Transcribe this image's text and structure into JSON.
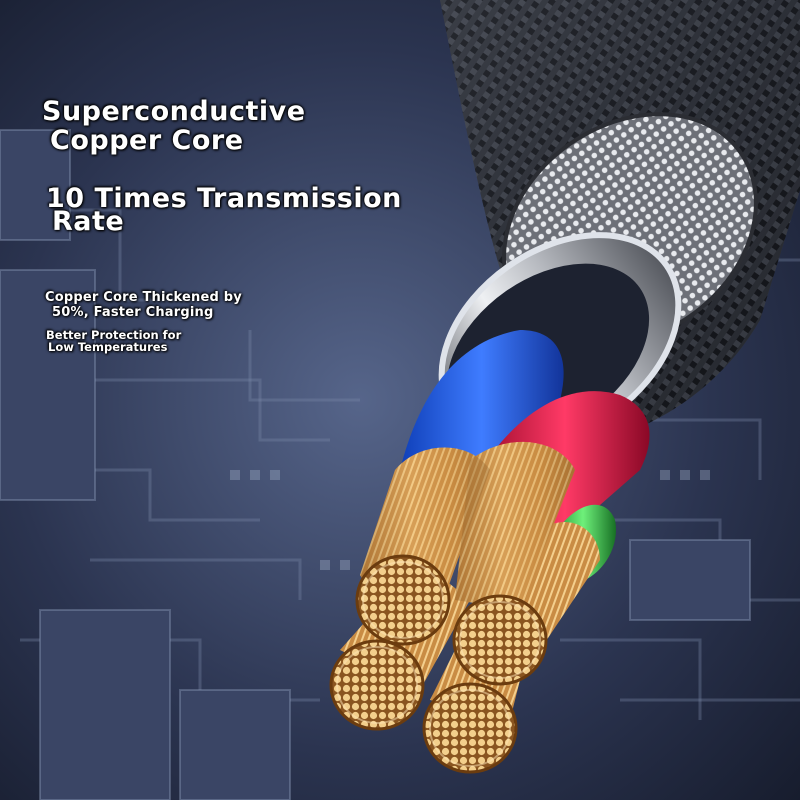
{
  "headline": {
    "line1": "Superconductive",
    "line2": "Copper Core"
  },
  "subheadline": {
    "line1": "10 Times Transmission",
    "line2": "Rate"
  },
  "feature1": {
    "line1": "Copper Core Thickened by",
    "line2": "50%, Faster Charging"
  },
  "feature2": {
    "line1": "Better Protection for",
    "line2": "Low Temperatures"
  }
}
